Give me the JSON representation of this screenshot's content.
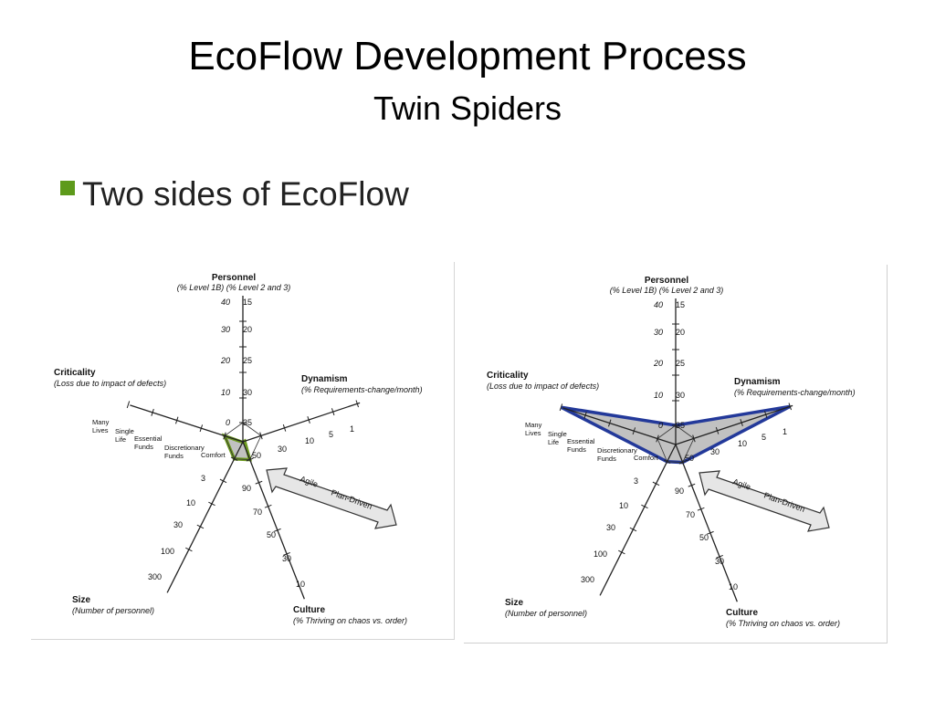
{
  "slide": {
    "title": "EcoFlow Development Process",
    "subtitle": "Twin Spiders",
    "bullet": "Two sides of EcoFlow"
  },
  "diagram": {
    "axes": [
      {
        "key": "personnel",
        "title": "Personnel",
        "subtitle": "(% Level 1B)  (% Level 2 and 3)",
        "ticks_a": [
          "40",
          "30",
          "20",
          "10",
          "0"
        ],
        "ticks_b": [
          "15",
          "20",
          "25",
          "30",
          "35"
        ]
      },
      {
        "key": "dynamism",
        "title": "Dynamism",
        "subtitle": "(% Requirements-change/month)",
        "ticks": [
          "1",
          "5",
          "10",
          "30",
          "50"
        ]
      },
      {
        "key": "culture",
        "title": "Culture",
        "subtitle": "(% Thriving on chaos vs. order)",
        "ticks": [
          "10",
          "30",
          "50",
          "70",
          "90"
        ]
      },
      {
        "key": "size",
        "title": "Size",
        "subtitle": "(Number of personnel)",
        "ticks": [
          "300",
          "100",
          "30",
          "10",
          "3"
        ]
      },
      {
        "key": "criticality",
        "title": "Criticality",
        "subtitle": "(Loss due to impact of defects)",
        "ticks": [
          "Many Lives",
          "Single Life",
          "Essential Funds",
          "Discretionary Funds",
          "Comfort"
        ]
      }
    ],
    "arrow_labels": {
      "agile": "Agile",
      "plan_driven": "Plan-Driven"
    }
  },
  "spiders": [
    {
      "label": "left",
      "outline_color": "#6d9a1f",
      "fill_color": "#b6b6b6",
      "levels": {
        "personnel": 4.8,
        "dynamism": 4.7,
        "culture": 5.0,
        "size": 5.0,
        "criticality": 5.0
      }
    },
    {
      "label": "right",
      "outline_color": "#23399a",
      "fill_color": "#b6b6b6",
      "levels": {
        "personnel": 5.0,
        "dynamism": 1.0,
        "culture": 5.0,
        "size": 5.0,
        "criticality": 1.0
      }
    }
  ]
}
